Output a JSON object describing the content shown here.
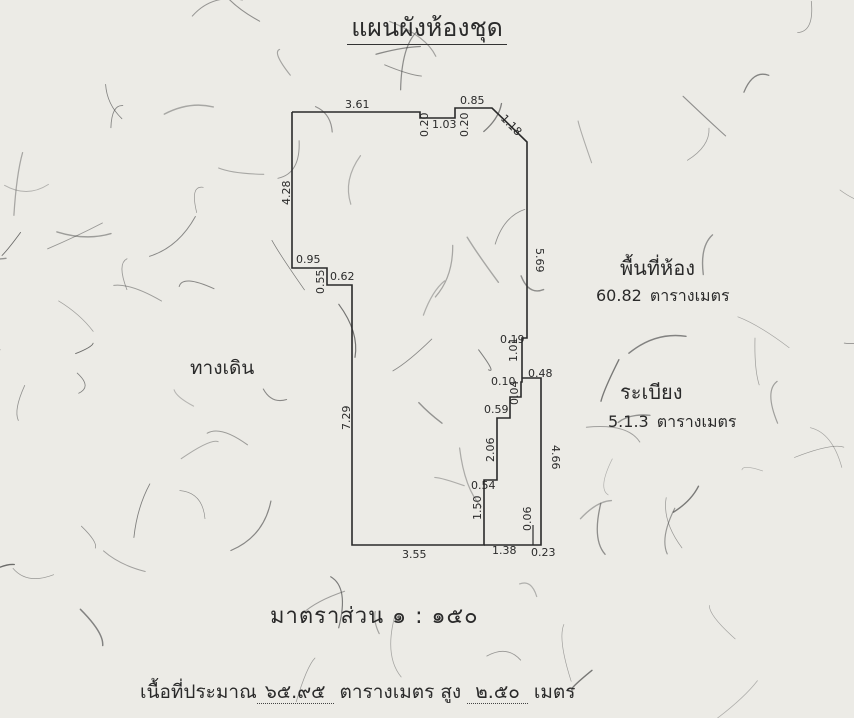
{
  "title": "แผนผังห้องชุด",
  "room_area": {
    "label": "พื้นที่ห้อง",
    "value": "60.82",
    "unit": "ตารางเมตร"
  },
  "balcony_area": {
    "label": "ระเบียง",
    "value": "5.1.3",
    "unit": "ตารางเมตร"
  },
  "walkway_label": "ทางเดิน",
  "scale": {
    "label": "มาตราส่วน",
    "value": "๑ : ๑๕๐"
  },
  "footer": {
    "prefix": "เนื้อที่ประมาณ",
    "area": "๖๕.๙๕",
    "area_unit": "ตารางเมตร",
    "height_label": "สูง",
    "height": "๒.๕๐",
    "height_unit": "เมตร"
  },
  "dimensions": [
    "3.61",
    "0.20",
    "1.03",
    "0.20",
    "0.85",
    "1.18",
    "4.28",
    "5.69",
    "0.95",
    "0.55",
    "0.62",
    "0.19",
    "1.01",
    "0.10",
    "0.48",
    "0.04",
    "0.59",
    "7.29",
    "2.06",
    "4.66",
    "0.54",
    "1.50",
    "0.06",
    "3.55",
    "1.38",
    "0.23"
  ]
}
